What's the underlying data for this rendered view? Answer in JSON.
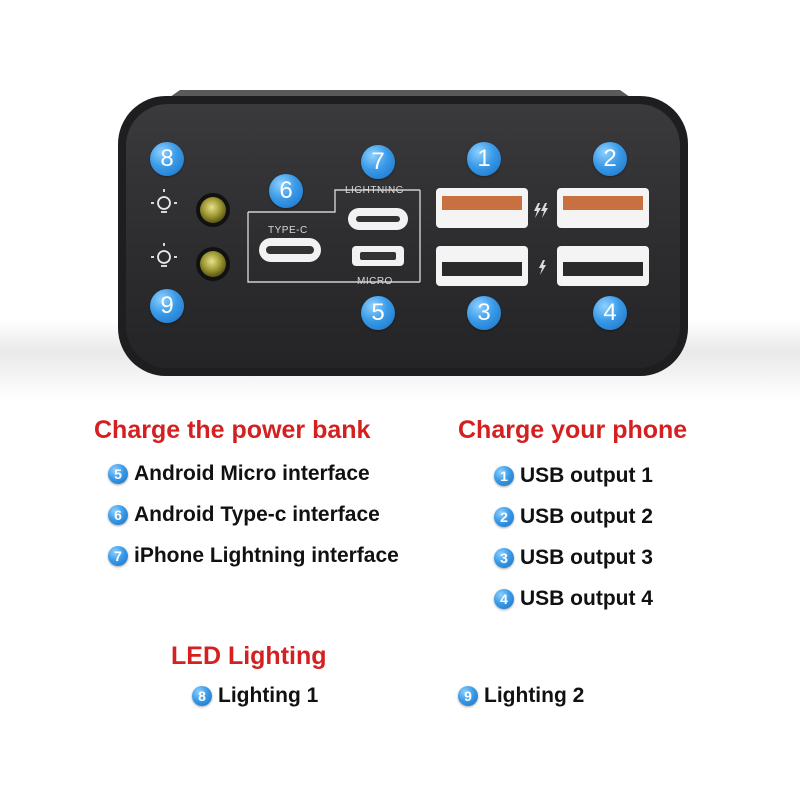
{
  "device": {
    "numbers": [
      "8",
      "7",
      "1",
      "2",
      "6",
      "9",
      "5",
      "3",
      "4"
    ],
    "labels": {
      "typec": "TYPE-C",
      "lightning": "LIGHTNING",
      "micro": "MICRO"
    }
  },
  "charge_bank": {
    "title": "Charge the power bank",
    "items": [
      {
        "num": "5",
        "label": "Android Micro interface"
      },
      {
        "num": "6",
        "label": "Android Type-c interface"
      },
      {
        "num": "7",
        "label": "iPhone Lightning interface"
      }
    ]
  },
  "charge_phone": {
    "title": "Charge your phone",
    "items": [
      {
        "num": "1",
        "label": "USB output 1"
      },
      {
        "num": "2",
        "label": "USB output 2"
      },
      {
        "num": "3",
        "label": "USB output 3"
      },
      {
        "num": "4",
        "label": "USB output 4"
      }
    ]
  },
  "led": {
    "title": "LED Lighting",
    "items": [
      {
        "num": "8",
        "label": "Lighting 1"
      },
      {
        "num": "9",
        "label": "Lighting 2"
      }
    ]
  },
  "colors": {
    "heading": "#d42020",
    "badge": "#3a9be8",
    "usb_fast": "#c8703f",
    "usb_std": "#2a2a2a"
  }
}
